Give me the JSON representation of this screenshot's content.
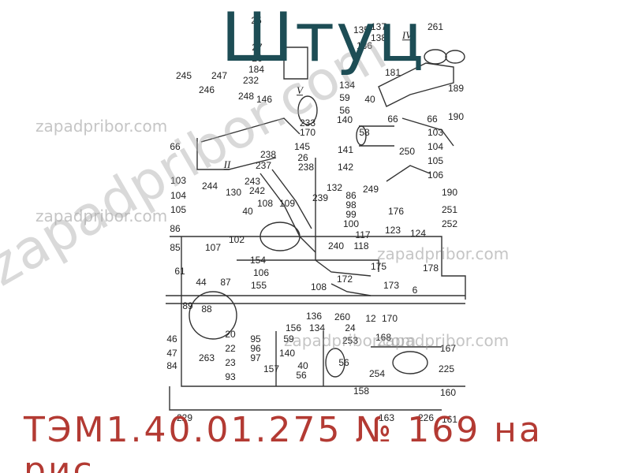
{
  "title": "Штуц",
  "caption": "ТЭМ1.40.01.275 № 169 на рис.",
  "watermark": "zapadpribor.com",
  "colors": {
    "title": "#1d4d55",
    "caption": "#b33a33",
    "watermark": "#969696"
  },
  "labels": [
    "25",
    "135",
    "137",
    "138",
    "27",
    "136",
    "26",
    "184",
    "261",
    "IV",
    "189",
    "190",
    "181",
    "245",
    "247",
    "246",
    "232",
    "248",
    "146",
    "134",
    "59",
    "40",
    "56",
    "66",
    "66",
    "140",
    "58",
    "233",
    "170",
    "103",
    "104",
    "66",
    "145",
    "141",
    "238",
    "237",
    "26",
    "238",
    "142",
    "250",
    "105",
    "106",
    "103",
    "104",
    "105",
    "244",
    "243",
    "242",
    "130",
    "132",
    "239",
    "86",
    "98",
    "99",
    "100",
    "249",
    "190",
    "108",
    "109",
    "40",
    "176",
    "251",
    "86",
    "123",
    "124",
    "252",
    "117",
    "118",
    "102",
    "85",
    "107",
    "240",
    "154",
    "106",
    "175",
    "178",
    "61",
    "44",
    "87",
    "155",
    "172",
    "173",
    "6",
    "108",
    "89",
    "88",
    "136",
    "260",
    "12",
    "170",
    "156",
    "134",
    "24",
    "46",
    "20",
    "95",
    "59",
    "253",
    "168",
    "47",
    "22",
    "96",
    "140",
    "167",
    "84",
    "263",
    "23",
    "97",
    "157",
    "40",
    "56",
    "56",
    "254",
    "225",
    "93",
    "158",
    "160",
    "229",
    "163",
    "226",
    "161",
    "II",
    "V"
  ]
}
